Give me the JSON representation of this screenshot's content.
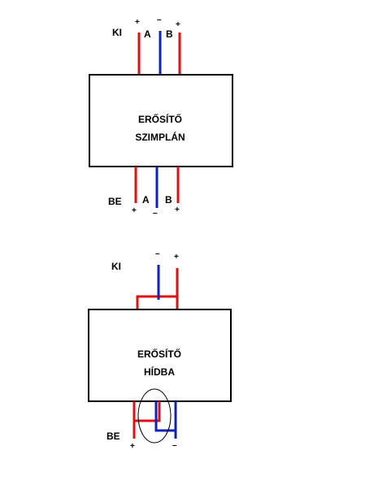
{
  "colors": {
    "positive_wire": "#dd1111",
    "negative_wire": "#1122bb",
    "outline": "#000000",
    "background": "#ffffff"
  },
  "top_diagram": {
    "box_line1": "ERŐSÍTŐ",
    "box_line2": "SZIMPLÁN",
    "output_label": "KI",
    "input_label": "BE",
    "out_a": "A",
    "out_b": "B",
    "in_a": "A",
    "in_b": "B",
    "out_sign_left": "+",
    "out_sign_mid": "–",
    "out_sign_right": "+",
    "in_sign_left": "+",
    "in_sign_mid": "–",
    "in_sign_right": "+"
  },
  "bottom_diagram": {
    "box_line1": "ERŐSÍTŐ",
    "box_line2": "HÍDBA",
    "output_label": "KI",
    "input_label": "BE",
    "out_sign_left": "–",
    "out_sign_right": "+",
    "in_sign_left": "+",
    "in_sign_right": "–"
  }
}
